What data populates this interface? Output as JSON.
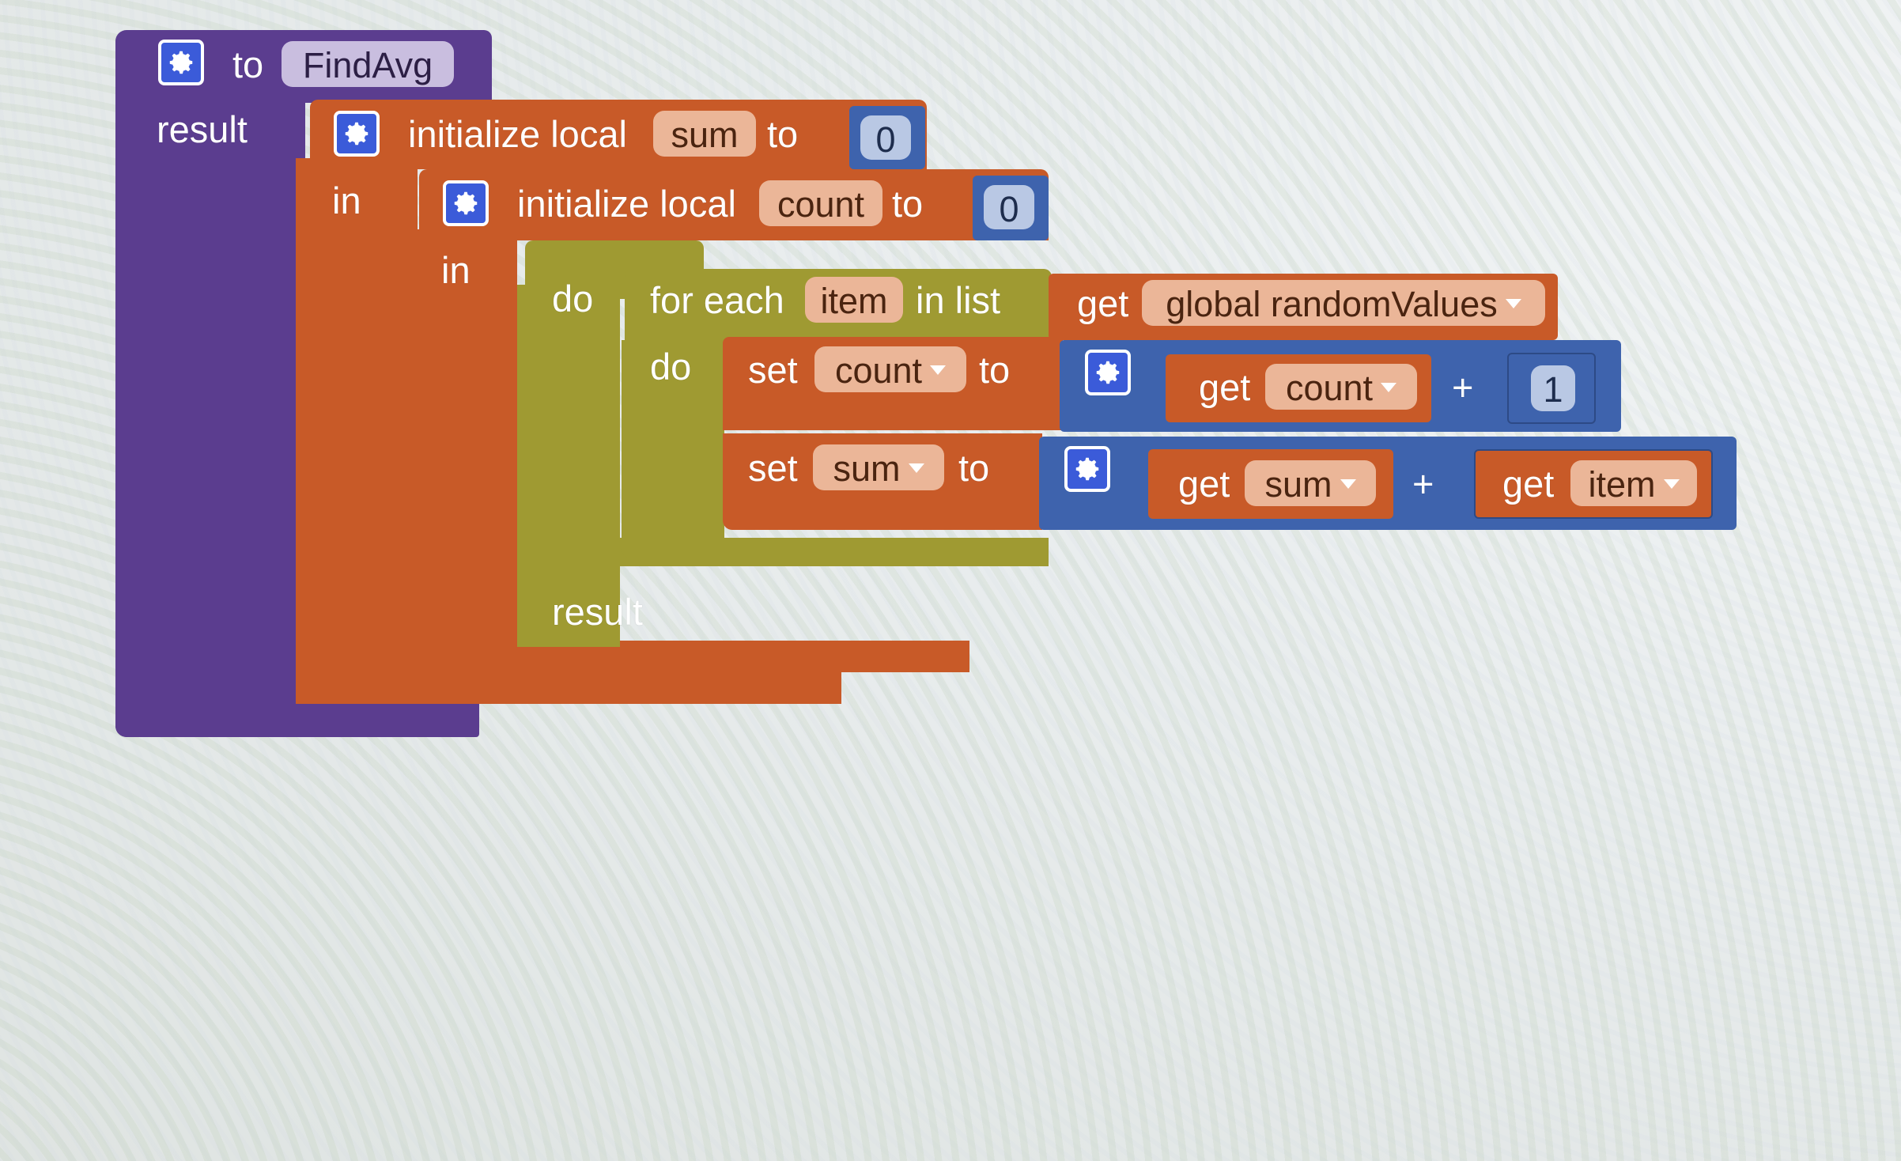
{
  "procedure": {
    "keyword_to": "to",
    "name": "FindAvg",
    "result_label": "result"
  },
  "init_sum": {
    "label": "initialize local",
    "var": "sum",
    "to": "to",
    "value": "0",
    "in_label": "in"
  },
  "init_count": {
    "label": "initialize local",
    "var": "count",
    "to": "to",
    "value": "0",
    "in_label": "in"
  },
  "do_block": {
    "do_label": "do",
    "result_label": "result"
  },
  "for_each": {
    "label_for_each": "for each",
    "var": "item",
    "label_in_list": "in list",
    "do_label": "do",
    "list_get": "get",
    "list_name": "global randomValues"
  },
  "set_count": {
    "set": "set",
    "var": "count",
    "to": "to",
    "get": "get",
    "get_var": "count",
    "op": "+",
    "num": "1"
  },
  "set_sum": {
    "set": "set",
    "var": "sum",
    "to": "to",
    "get1": "get",
    "get1_var": "sum",
    "op": "+",
    "get2": "get",
    "get2_var": "item"
  },
  "colors": {
    "procedure": "#5b3d8f",
    "variables": "#c85a28",
    "control": "#9f9a32",
    "math": "#3e63ad",
    "gear": "#3b5bd9"
  }
}
